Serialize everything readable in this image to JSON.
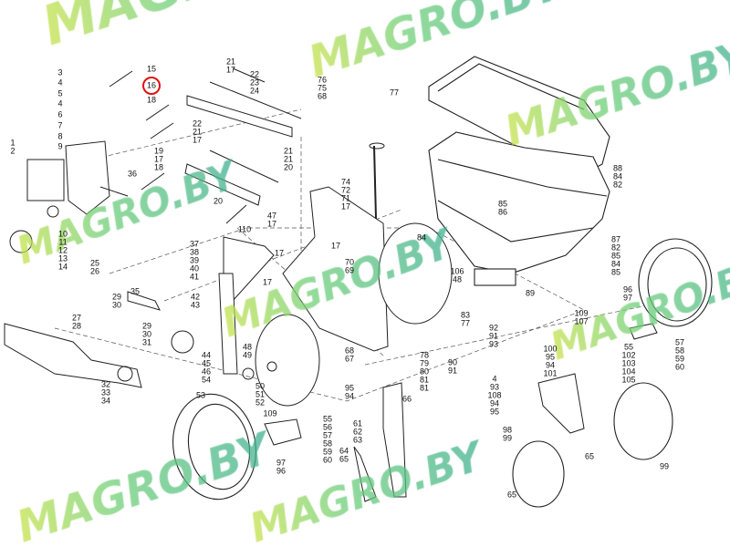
{
  "diagram": {
    "title": "Exploded parts diagram - seed drill sowing unit",
    "highlighted_part": "16",
    "highlight_color": "#e01010",
    "watermark": "MAGRO.BY",
    "part_labels": [
      "3",
      "4",
      "5",
      "4",
      "6",
      "7",
      "8",
      "9",
      "1",
      "2",
      "10",
      "11",
      "12",
      "13",
      "14",
      "15",
      "16",
      "18",
      "21",
      "17",
      "22",
      "23",
      "24",
      "22",
      "21",
      "17",
      "19",
      "17",
      "18",
      "21",
      "21",
      "20",
      "36",
      "20",
      "74",
      "72",
      "71",
      "17",
      "47",
      "17",
      "110",
      "37",
      "38",
      "39",
      "40",
      "41",
      "17",
      "17",
      "70",
      "69",
      "17",
      "25",
      "26",
      "76",
      "75",
      "68",
      "77",
      "35",
      "29",
      "30",
      "42",
      "43",
      "29",
      "30",
      "31",
      "27",
      "28",
      "32",
      "33",
      "34",
      "44",
      "45",
      "46",
      "54",
      "48",
      "49",
      "50",
      "51",
      "52",
      "53",
      "55",
      "56",
      "57",
      "58",
      "59",
      "60",
      "109",
      "97",
      "96",
      "61",
      "62",
      "63",
      "64",
      "65",
      "66",
      "68",
      "67",
      "95",
      "94",
      "88",
      "84",
      "82",
      "85",
      "86",
      "84",
      "87",
      "82",
      "85",
      "84",
      "85",
      "89",
      "106",
      "48",
      "96",
      "97",
      "109",
      "107",
      "83",
      "77",
      "92",
      "91",
      "93",
      "90",
      "91",
      "78",
      "79",
      "80",
      "81",
      "81",
      "4",
      "93",
      "108",
      "94",
      "95",
      "100",
      "95",
      "94",
      "101",
      "102",
      "103",
      "104",
      "105",
      "55",
      "57",
      "58",
      "59",
      "60",
      "98",
      "99",
      "65",
      "65",
      "99"
    ]
  }
}
